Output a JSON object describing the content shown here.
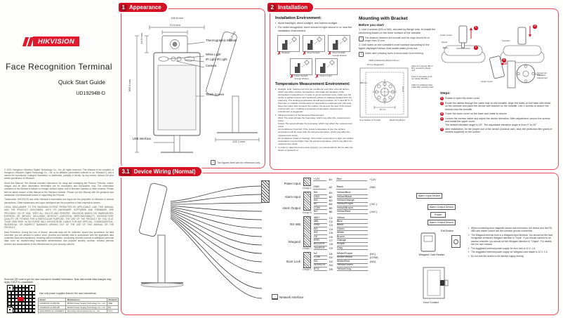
{
  "colors": {
    "brand_red": "#e0192c",
    "badge_red": "#d41224",
    "border_red": "#ea4a56"
  },
  "cover": {
    "brand": "HIKVISION",
    "title": "Face Recognition Terminal",
    "subtitle": "Quick Start Guide",
    "doc_no": "UD19294B-D",
    "legal": [
      "© 2021 Hangzhou Hikvision Digital Technology Co., Ltd. All rights reserved. This Manual is the property of Hangzhou Hikvision Digital Technology Co., Ltd. or its affiliates (hereinafter referred to as \"Hikvision\"), and it cannot be reproduced, changed, translated, or distributed, partially or wholly, by any means, without the prior written permission of Hikvision.",
      "About this Manual: The Manual includes instructions for using and managing the Product. Pictures, charts, images and all other information hereinafter are for description and explanation only. The information contained in the Manual is subject to change, without notice, due to firmware updates or other reasons. Please find the latest version of this Manual at the Hikvision website. Please use this Manual with the guidance and assistance of professionals trained in supporting the Product.",
      "Trademarks: HIKVISION and other Hikvision's trademarks and logos are the properties of Hikvision in various jurisdictions. Other trademarks and logos mentioned are the properties of their respective owners.",
      "LEGAL DISCLAIMER: TO THE MAXIMUM EXTENT PERMITTED BY APPLICABLE LAW, THIS MANUAL AND THE PRODUCT DESCRIBED, WITH ITS HARDWARE, SOFTWARE AND FIRMWARE, ARE PROVIDED \"AS IS\" AND \"WITH ALL FAULTS AND ERRORS\". HIKVISION MAKES NO WARRANTIES, EXPRESS OR IMPLIED, INCLUDING WITHOUT LIMITATION, MERCHANTABILITY, SATISFACTORY QUALITY, OR FITNESS FOR A PARTICULAR PURPOSE. THE USE OF THE PRODUCT BY YOU IS AT YOUR OWN RISK. IN NO EVENT WILL HIKVISION BE LIABLE FOR ANY SPECIAL, CONSEQUENTIAL, INCIDENTAL, OR INDIRECT DAMAGES ARISING OUT OF THE USE OF THIS MANUAL OR THE PRODUCT.",
      "Data Protection: During the use of device, personal data will be collected, stored and processed. As data controller, you are advised to collect, store, process and transfer data in accordance with the applicable data protection laws and regulations, including without limitation, conducting security controls to safeguard personal data, such as, implementing reasonable administrative and physical security controls, conduct periodic reviews and assessments of the effectiveness of your security controls."
    ],
    "scan_note": "Scan the QR code to get the user manual for detailed information. Note that mobile data charges may apply if Wi-Fi is unavailable.",
    "psu_intro": "Use only power supplies listed in the user instructions:",
    "psu_headers": [
      "Model",
      "Manufacturer",
      "Standard"
    ],
    "psu_rows": [
      [
        "C2000IC12.0-18P-DE",
        "MOSO Power Supply Technology Co., Ltd.",
        "CEE"
      ],
      [
        "C2000IC12.0-18P-GB",
        "MOSO Power Supply Technology Co., Ltd.",
        "BS"
      ],
      [
        "ADS-26FSG-12 12024EPG",
        "Shenzhen Honor Electronic Co., Ltd.",
        "CCC"
      ]
    ]
  },
  "appearance": {
    "badge_num": "1",
    "badge_label": "Appearance",
    "dim_width": "126.6 mm",
    "dim_module_w": "70.0 mm",
    "dim_module_h": "44.0 mm",
    "dim_height": "366.6 mm",
    "dim_base": "122.1 mm",
    "dim_side": "95.0 mm",
    "lbl_thermo": "Thermographic Module",
    "lbl_white": "White Light",
    "lbl_ir1": "IR Light",
    "lbl_ir2": "IR Light",
    "lbl_camera": "Camera",
    "lbl_touch": "Touch Screen",
    "lbl_usb": "USB Interface",
    "note": "The figures here are for reference only."
  },
  "installation": {
    "badge_num": "2",
    "badge_label": "Installation",
    "env_title": "Installation Environment:",
    "env_bullets": [
      "Avoid backlight, direct sunlight, and indirect sunlight.",
      "For better recognition, there should be light source in or near the installation environment."
    ],
    "env_items": [
      {
        "caption": "Backlight"
      },
      {
        "caption": "Direct Sunlight"
      },
      {
        "caption": "Direct Sunlight through Window"
      },
      {
        "caption": "Indoor Sunlight through Window"
      },
      {
        "caption": "Close to Light"
      }
    ],
    "temp_title": "Temperature Measurement Environment:",
    "temp_bullets": [
      "Sunlight, wind, heat/cool air from air conditioner and other external factors, which may affect surface temperature, will create the deviation of the temperature measurement. In order to get an accurate result, make sure the device is applied indoors and windlessly (where is relatively isolated from the outdoors). The working temperature should keep between 10 °C and 35 °C. If there are no suitable environments for temperature measurements (the area faces the indoor and connects the outdoor, the area at the door of the indoor environment, etc.), building a temporary temperature measurement environment is suggested.",
      "Influence Factors of Temperature Measurement:\nWind: The wind will take the heat away, which may affect the measurement result.\nSweat: The sweat will take the heat away, which may affect the measurement result.\nAir-Conditioner (Cool Air): If the indoor temperature is low, the surface temperature will be lower than the actual temperature, which may affect the measurement result.\nAir-Conditioner (Heat or Heating): If the indoor temperature is high, the surface temperature may be higher than the actual temperature, which may affect the measurement result.",
      "In order to make the device work properly, you should wait for 90 min after the device is powered on."
    ],
    "mounting_title": "Mounting with Bracket",
    "before_title": "Before you start:",
    "step1": "1. Use 4 screws (M3 or M4), secured by flange nuts, to install the reinforcing board on the inner surface of the turnstile.",
    "note1": "The distance between the turnstile and the edge should be no longer than 10 mm.",
    "step2": "2. Drill holes on the turnstile's inner surface according to the figure displayed below. And install water-proof nut.",
    "note2": "Solder after pressing rivets to avoid water from entering.",
    "drill": {
      "width_label": "Width of Reinforcing Board: 125 mm",
      "suggested": "25 mm (Suggested)",
      "hole": "Ø25 mm",
      "pitch": "87 mm",
      "side": "12 mm",
      "inner": "Inner Surface of Turnstile",
      "board": "Reinforcing Board",
      "callout1": "Holes for 4 screws (M3 or M4), secured by flange nuts",
      "callout2": "Press 6 rivet water-proof nut. Model: BS-M6-1",
      "callout3": "4-Ø2 mm soldering holes: solder after pressing rivets"
    },
    "turnstile_labels": {
      "lower_cover": "Lower Cover",
      "screw": "Screw",
      "base": "Base",
      "turnstile": "Turnstile",
      "upper_cover": "Upper Cover",
      "elev": "Screws for Elevation Adjustment"
    },
    "markers": [
      "1",
      "2",
      "3",
      "4"
    ],
    "steps_title": "Steps:",
    "steps": [
      {
        "n": "1",
        "text": "Rotate to open the lower cover."
      },
      {
        "n": "2",
        "text": "Route the cables through the cable hole on the turnstile. Align the holes on the base with those on the turnstile and place the device with bracket on the turnstile. Use 4 screws to secure the bracket and the turnstile."
      },
      {
        "n": "3",
        "text": "Cover the lower cover on the base and rotate to secure."
      },
      {
        "n": "4",
        "text": "Loosen the screws inside and adjust the device elevation. After adjustment, secure the screws and install the upper cover.\nThe default elevation angle is 15°. The adjustable elevation angle is from 0° to 20°."
      },
      {
        "n": "5",
        "text": "After installation, for the proper use of the device (outdoor use), stick the protection film (parts of models supplied) on the screen."
      }
    ]
  },
  "wiring": {
    "badge_num": "3.1",
    "badge_label": "Device Wiring (Normal)",
    "groupA": {
      "caption": "Group A",
      "func": "Power Input",
      "pins": [
        {
          "name": "+12V",
          "pin": "A1",
          "color": "Red",
          "dest": "+12V"
        },
        {
          "name": "GND",
          "pin": "A2",
          "color": "Black",
          "dest": "GND"
        }
      ]
    },
    "groupB": {
      "caption": "Group B",
      "func1": "Alarm Input",
      "func2": "Alarm Output",
      "pins": [
        {
          "name": "IN1",
          "pin": "B1",
          "color": "Yellow/Blue"
        },
        {
          "name": "GND",
          "pin": "B2",
          "color": "Yellow/Black"
        },
        {
          "name": "IN2",
          "pin": "B3",
          "color": "Yellow/Orange"
        },
        {
          "name": "NC",
          "pin": "B4",
          "color": "Yellow/Purple",
          "dest": "( NC )"
        },
        {
          "name": "COM",
          "pin": "B5",
          "color": "Yellow/Brown"
        },
        {
          "name": "NO",
          "pin": "B6",
          "color": "Yellow/Red",
          "dest": "( NO )"
        }
      ]
    },
    "groupC": {
      "caption": "Group C",
      "func1": "RS-485",
      "func2": "Wiegand",
      "pins": [
        {
          "name": "485+",
          "pin": "C1",
          "color": "Yellow"
        },
        {
          "name": "485-",
          "pin": "C2",
          "color": "Blue"
        },
        {
          "name": "GND",
          "pin": "C3",
          "color": "Black"
        },
        {
          "name": "W0",
          "pin": "C4",
          "color": "Green"
        },
        {
          "name": "W1",
          "pin": "C5",
          "color": "White"
        },
        {
          "name": "OK",
          "pin": "C6",
          "color": "Brown"
        },
        {
          "name": "ERR",
          "pin": "C7",
          "color": "Orange"
        },
        {
          "name": "BUZZER",
          "pin": "C8",
          "color": "Purple"
        },
        {
          "name": "TAMPER",
          "pin": "C9",
          "color": "Gray"
        }
      ]
    },
    "groupD": {
      "caption": "Group D",
      "func": "Door Lock",
      "pins": [
        {
          "name": "NC",
          "pin": "D1",
          "color": "White/Purple",
          "dest": "(NC)"
        },
        {
          "name": "COM",
          "pin": "D2",
          "color": "White/Yellow",
          "dest": "(COM)"
        },
        {
          "name": "NO",
          "pin": "D3",
          "color": "White/Red",
          "dest": "(NO)"
        },
        {
          "name": "SENSOR",
          "pin": "D4",
          "color": "Yellow/Green"
        },
        {
          "name": "BTN",
          "pin": "D5",
          "color": "Yellow/Gray"
        }
      ]
    },
    "network_label": "Network Interface",
    "devices": {
      "alarm_in": "Alarm Input Device",
      "alarm_out1": "Alarm Output Device",
      "power": "Power",
      "alarm_out2": "Alarm Output Device",
      "wiegand": "Wiegand Card Reader",
      "exit_btn": "Exit Button",
      "door_contact": "Door Contact"
    },
    "notes": [
      "When connecting door magnetic sensor and exit button, the device and the RS-485 card reader should use the common ground connection.",
      "The Wiegand terminal here is a Wiegand input terminal. You should set the face recognition terminal's Wiegand direction to \"Input\". If you should connect to an access controller, you should set the Wiegand direction to \"Output\". For details, see the user manual.",
      "The suggested external power supply for door lock is 12 V, 1 A.",
      "The suggested external power supply for Wiegand card reader is 12 V, 1 A.",
      "Do not wire the device to the electric supply directly."
    ]
  }
}
